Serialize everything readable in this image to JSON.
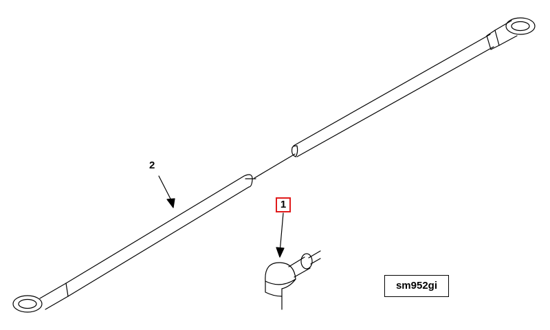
{
  "callouts": {
    "item1": "1",
    "item2": "2"
  },
  "reference_code": "sm952gi",
  "colors": {
    "line": "#000000",
    "highlight_box": "#e0191a",
    "background": "#ffffff"
  }
}
